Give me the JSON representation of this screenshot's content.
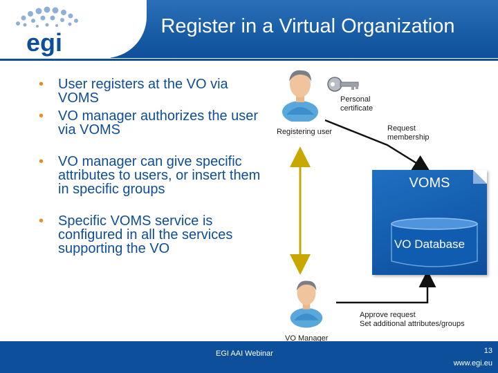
{
  "header": {
    "title": "Register in a Virtual Organization",
    "logo_text": "egi"
  },
  "bullets": [
    "User registers at the VO via VOMS",
    "VO manager authorizes the user via VOMS",
    "VO manager can give specific attributes to users, or insert them in specific groups",
    "Specific VOMS service is configured in all the services supporting the VO"
  ],
  "diagram": {
    "personal_certificate_line1": "Personal",
    "personal_certificate_line2": "certificate",
    "registering_user": "Registering user",
    "request_line1": "Request",
    "request_line2": "membership",
    "voms": "VOMS",
    "vo_database": "VO Database",
    "approve_line1": "Approve request",
    "approve_line2": "Set additional attributes/groups",
    "vo_manager": "VO Manager"
  },
  "footer": {
    "center": "EGI AAI Webinar",
    "page_number": "13",
    "url": "www.egi.eu"
  },
  "colors": {
    "brand_blue": "#0d4f9a",
    "bullet_text": "#0e4d96",
    "bullet_marker": "#e38d2b",
    "double_arrow": "#c8a800"
  }
}
